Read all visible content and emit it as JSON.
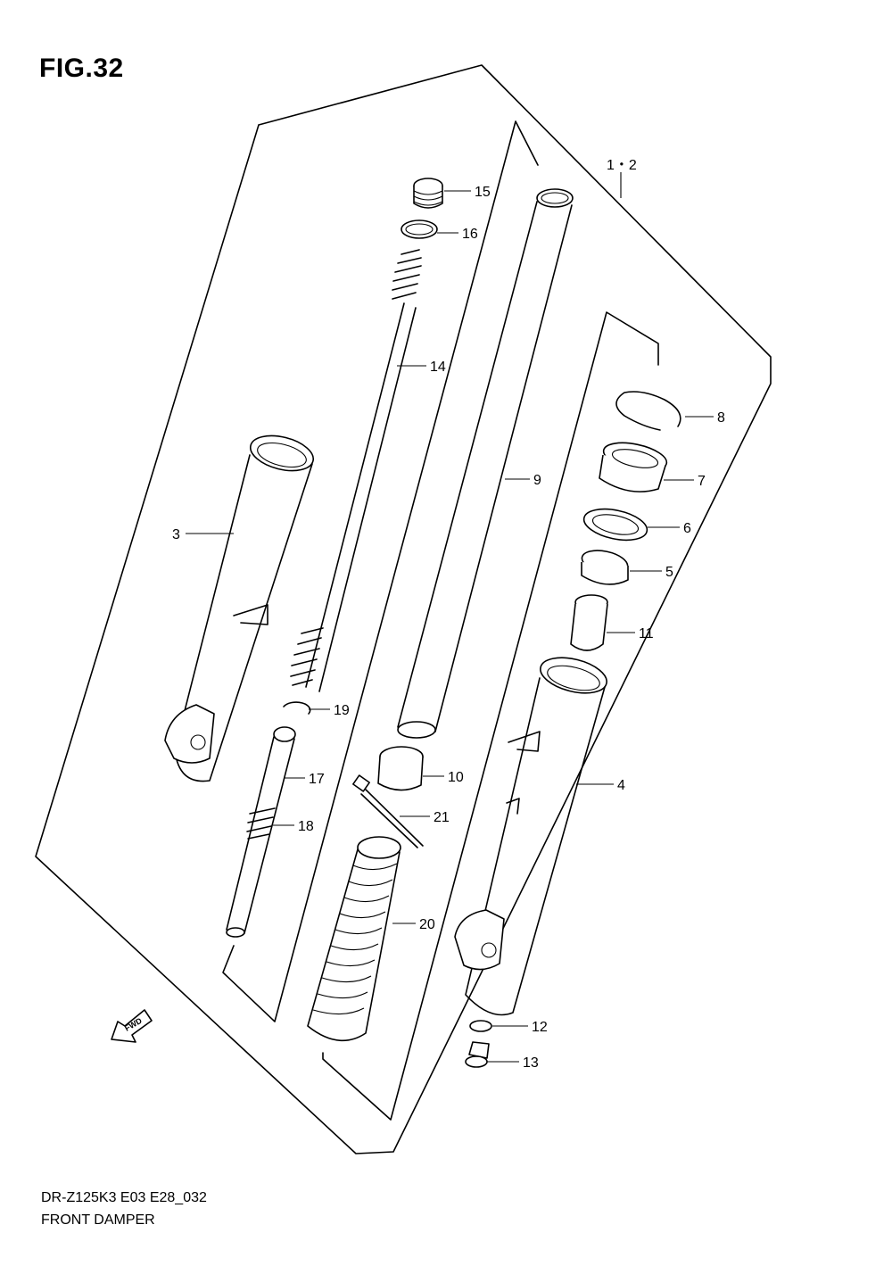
{
  "figure": {
    "title": "FIG.32"
  },
  "footer": {
    "model": "DR-Z125K3 E03 E28_032",
    "name": "FRONT DAMPER"
  },
  "assembly_label": "1・2",
  "fwd_label": "FWD",
  "callouts": [
    {
      "id": "c15",
      "label": "15"
    },
    {
      "id": "c16",
      "label": "16"
    },
    {
      "id": "c14",
      "label": "14"
    },
    {
      "id": "c3",
      "label": "3"
    },
    {
      "id": "c19",
      "label": "19"
    },
    {
      "id": "c17",
      "label": "17"
    },
    {
      "id": "c18",
      "label": "18"
    },
    {
      "id": "c9",
      "label": "9"
    },
    {
      "id": "c10",
      "label": "10"
    },
    {
      "id": "c21",
      "label": "21"
    },
    {
      "id": "c20",
      "label": "20"
    },
    {
      "id": "c8",
      "label": "8"
    },
    {
      "id": "c7",
      "label": "7"
    },
    {
      "id": "c6",
      "label": "6"
    },
    {
      "id": "c5",
      "label": "5"
    },
    {
      "id": "c11",
      "label": "11"
    },
    {
      "id": "c4",
      "label": "4"
    },
    {
      "id": "c12",
      "label": "12"
    },
    {
      "id": "c13",
      "label": "13"
    }
  ]
}
